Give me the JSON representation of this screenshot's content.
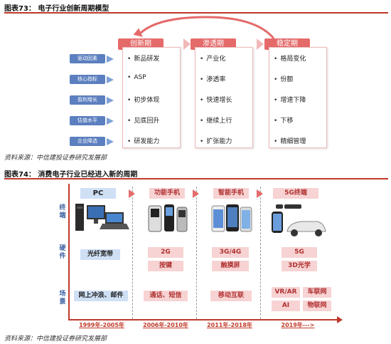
{
  "fig73": {
    "title": "图表73：  电子行业创新周期模型",
    "phases": [
      {
        "name": "创新期",
        "items": [
          "新品研发",
          "ASP",
          "初步体现",
          "见底回升",
          "研发能力"
        ]
      },
      {
        "name": "渗透期",
        "items": [
          "产业化",
          "渗透率",
          "快速增长",
          "继续上行",
          "扩张能力"
        ]
      },
      {
        "name": "稳定期",
        "items": [
          "格局变化",
          "份额",
          "增速下降",
          "下移",
          "精细管理"
        ]
      }
    ],
    "factors": [
      "驱动因素",
      "核心指标",
      "盈利增长",
      "估值水平",
      "企业降选"
    ],
    "source": "资料来源：中信建投证券研究发展部"
  },
  "fig74": {
    "title": "图表74：  消费电子行业已经进入新的周期",
    "side_labels": [
      "终端",
      "硬件",
      "场景"
    ],
    "eras": [
      {
        "terminal": "PC",
        "hardware": [
          "光纤宽带"
        ],
        "scenes": [
          "网上冲浪、邮件"
        ],
        "years": "1999年-2005年"
      },
      {
        "terminal": "功能手机",
        "hardware": [
          "2G",
          "按键"
        ],
        "scenes": [
          "通话、短信"
        ],
        "years": "2006年-2010年"
      },
      {
        "terminal": "智能手机",
        "hardware": [
          "3G/4G",
          "触摸屏"
        ],
        "scenes": [
          "移动互联"
        ],
        "years": "2011年-2018年"
      },
      {
        "terminal": "5G终端",
        "hardware": [
          "5G",
          "3D光学"
        ],
        "scenes": [
          "VR/AR",
          "车联网",
          "AI",
          "物联网"
        ],
        "years": "2019年--->"
      }
    ],
    "source": "资料来源：中信建投证券研究发展部"
  },
  "colors": {
    "accent_red": "#e56a6a",
    "factor_blue": "#5b7fbf",
    "rule_red": "#c0392b"
  }
}
